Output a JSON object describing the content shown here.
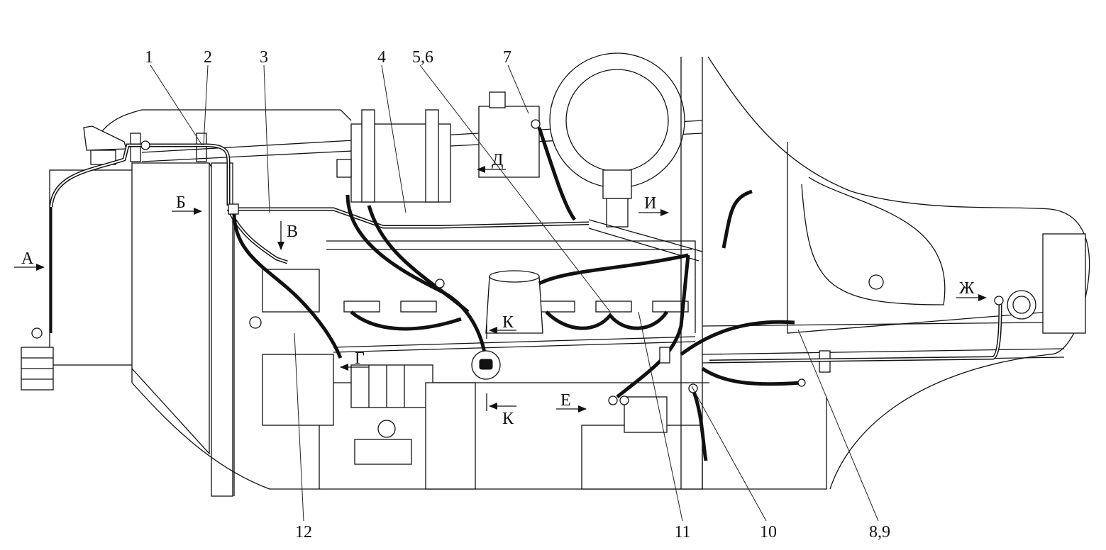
{
  "diagram": {
    "type": "technical-drawing",
    "subject": "engine compartment wiring harness routing (side view)",
    "callouts": [
      {
        "id": "c1",
        "text": "1"
      },
      {
        "id": "c2",
        "text": "2"
      },
      {
        "id": "c3",
        "text": "3"
      },
      {
        "id": "c4",
        "text": "4"
      },
      {
        "id": "c56",
        "text": "5,6"
      },
      {
        "id": "c7",
        "text": "7"
      },
      {
        "id": "c12",
        "text": "12"
      },
      {
        "id": "c11",
        "text": "11"
      },
      {
        "id": "c10",
        "text": "10"
      },
      {
        "id": "c89",
        "text": "8,9"
      }
    ],
    "view_markers": [
      {
        "id": "A",
        "text": "А",
        "direction": "right"
      },
      {
        "id": "B",
        "text": "Б",
        "direction": "right"
      },
      {
        "id": "V",
        "text": "В",
        "direction": "down"
      },
      {
        "id": "G",
        "text": "Г",
        "direction": "left"
      },
      {
        "id": "D",
        "text": "Д",
        "direction": "left"
      },
      {
        "id": "E",
        "text": "Е",
        "direction": "right"
      },
      {
        "id": "ZH",
        "text": "Ж",
        "direction": "right"
      },
      {
        "id": "I",
        "text": "И",
        "direction": "right"
      },
      {
        "id": "K1",
        "text": "К",
        "direction": "left"
      },
      {
        "id": "K2",
        "text": "К",
        "direction": "left"
      }
    ]
  }
}
